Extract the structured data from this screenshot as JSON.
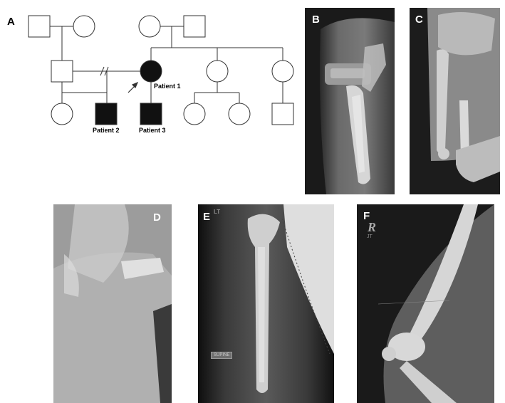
{
  "panels": {
    "a": "A",
    "b": "B",
    "c": "C",
    "d": "D",
    "e": "E",
    "f": "F"
  },
  "pedigree": {
    "patient1": "Patient 1",
    "patient2": "Patient 2",
    "patient3": "Patient 3"
  },
  "xray_markers": {
    "e_marker": "LT",
    "e_tag": "SUPINE",
    "f_marker": "R",
    "f_sub": "JT"
  }
}
